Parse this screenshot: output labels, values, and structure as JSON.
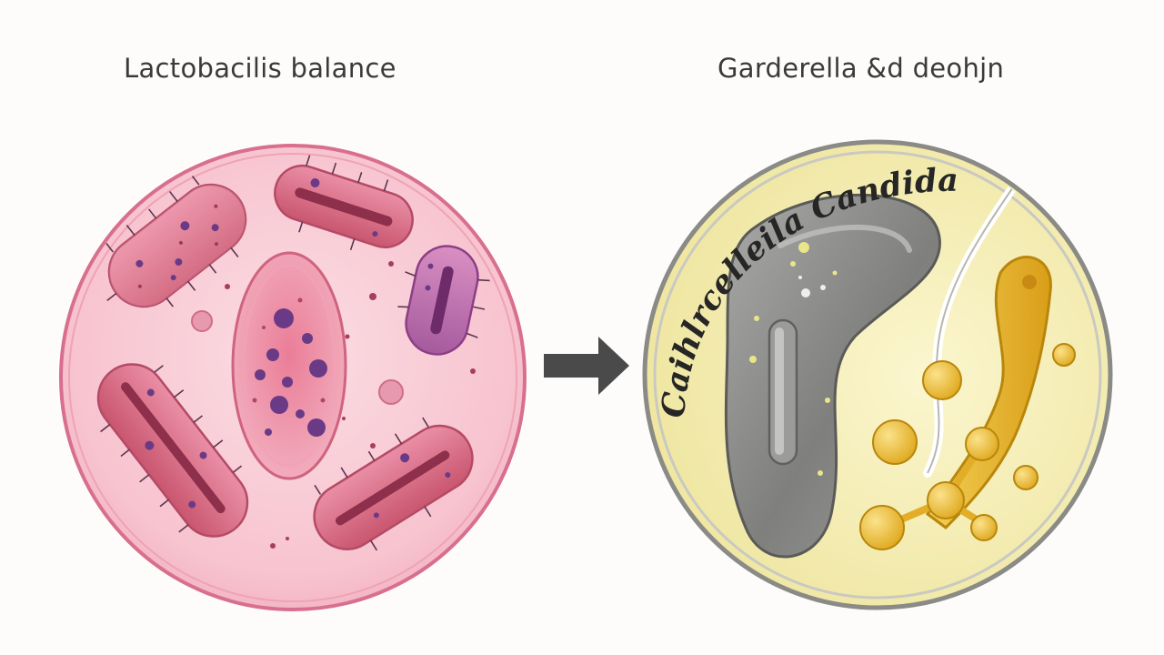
{
  "left_panel": {
    "title": "Lactobacilis balance"
  },
  "right_panel": {
    "title": "Garderella &d deohjn",
    "curved_label": "Caihlrcelleila Candida"
  },
  "colors": {
    "left_dish_fill": "#f8c8d2",
    "left_dish_rim": "#d86f8e",
    "bacillus_fill": "#d8607f",
    "nucleus_purple": "#6b3a86",
    "right_dish_fill": "#f6f0b4",
    "right_dish_rim": "#8a8a86",
    "gray_cell": "#8d8d8b",
    "yeast_gold": "#e7bb2f",
    "arrow": "#4a4a4a"
  }
}
